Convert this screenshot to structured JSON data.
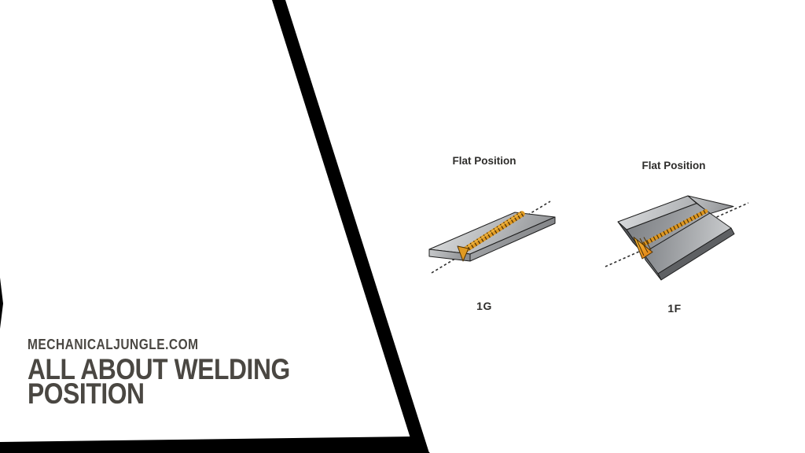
{
  "branding": {
    "site_label": "MECHANICALJUNGLE.COM",
    "title_line1": "ALL ABOUT WELDING",
    "title_line2": "POSITION"
  },
  "diagrams": {
    "groove": {
      "label": "Flat Position",
      "code": "1G"
    },
    "fillet": {
      "label": "Flat Position",
      "code": "1F"
    }
  },
  "colors": {
    "frame_black": "#000000",
    "background": "#ffffff",
    "title_text": "#4a4742",
    "diagram_text": "#2e2d2b",
    "steel_light": "#d8dadb",
    "steel_mid": "#a2a4a7",
    "steel_dark": "#5e6063",
    "weld_orange": "#e09a22",
    "weld_rib_dark": "#4e3207"
  }
}
